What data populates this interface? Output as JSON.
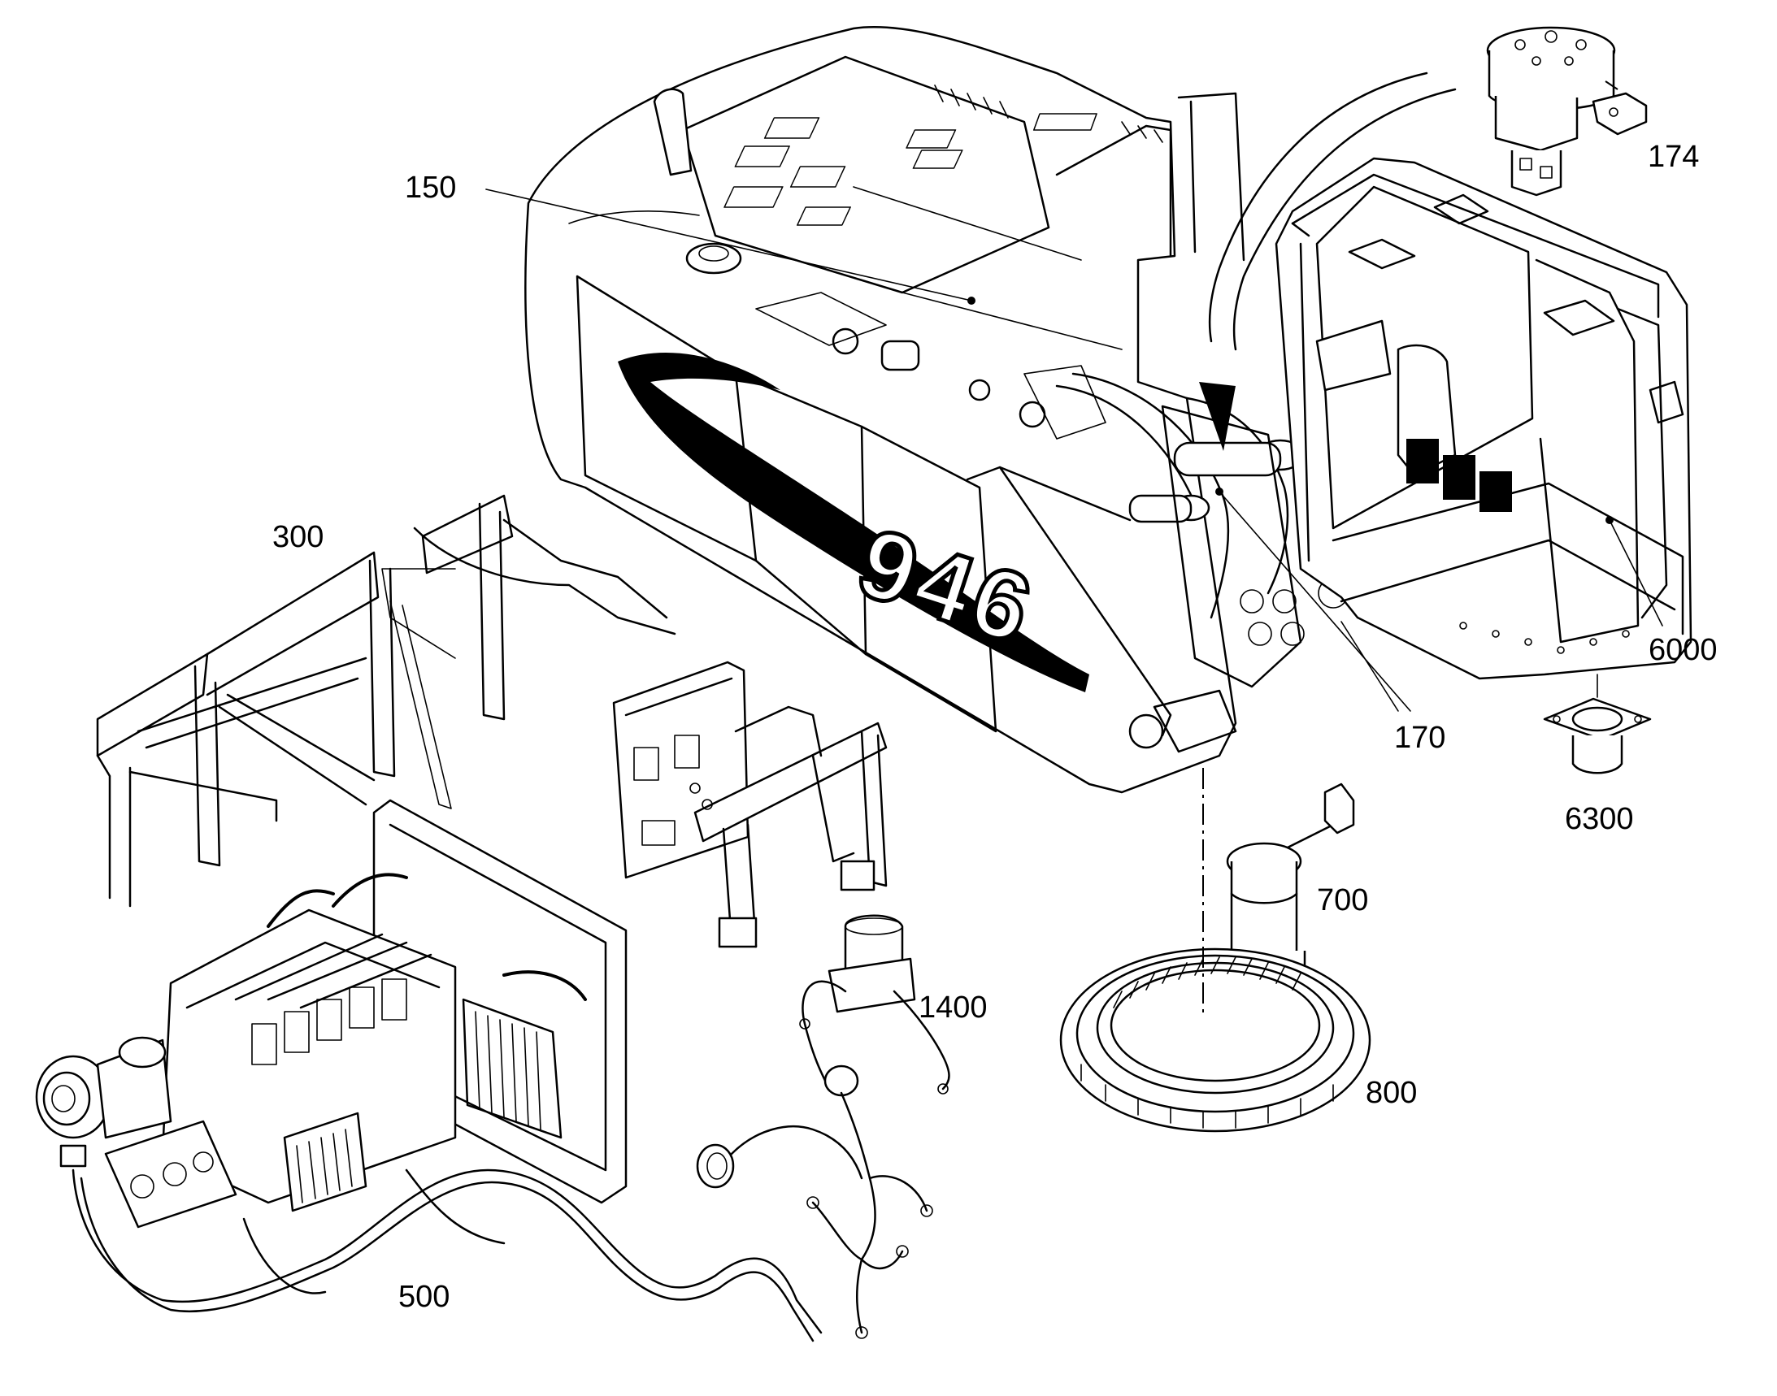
{
  "diagram": {
    "labels": [
      {
        "id": "150",
        "text": "150"
      },
      {
        "id": "174",
        "text": "174"
      },
      {
        "id": "300",
        "text": "300"
      },
      {
        "id": "170",
        "text": "170"
      },
      {
        "id": "6000",
        "text": "6000"
      },
      {
        "id": "6300",
        "text": "6300"
      },
      {
        "id": "700",
        "text": "700"
      },
      {
        "id": "1400",
        "text": "1400"
      },
      {
        "id": "800",
        "text": "800"
      },
      {
        "id": "500",
        "text": "500"
      }
    ],
    "machine_number": "946",
    "colors": {
      "line": "#000000",
      "background": "#ffffff"
    }
  }
}
